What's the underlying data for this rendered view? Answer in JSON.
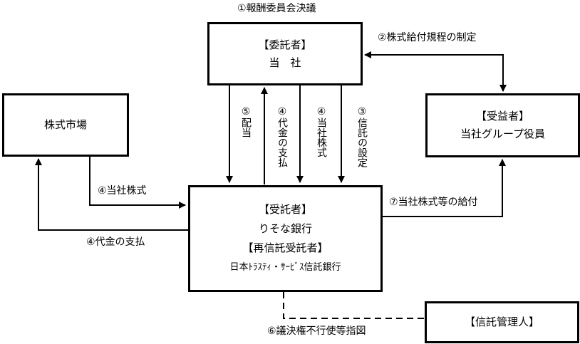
{
  "nodes": {
    "company": {
      "role": "【委託者】",
      "name": "当　社"
    },
    "market": {
      "name": "株式市場"
    },
    "beneficiary": {
      "role": "【受益者】",
      "name": "当社グループ役員"
    },
    "trustee": {
      "role": "【受託者】",
      "name": "りそな銀行",
      "role2": "【再信託受託者】",
      "name2": "日本ﾄﾗｽﾃｨ・ｻｰﾋﾞｽ信託銀行"
    },
    "administrator": {
      "role": "【信託管理人】"
    }
  },
  "edges": {
    "resolution": "①報酬委員会決議",
    "regulation": "②株式給付規程の制定",
    "trust_setup": "③信託の設定",
    "shares_company": "④当社株式",
    "payment_company": "④代金の支払",
    "dividend": "⑤配当",
    "shares_market": "④当社株式",
    "payment_market": "④代金の支払",
    "delivery": "⑦当社株式等の給付",
    "voting": "⑥議決権不行使等指図"
  }
}
